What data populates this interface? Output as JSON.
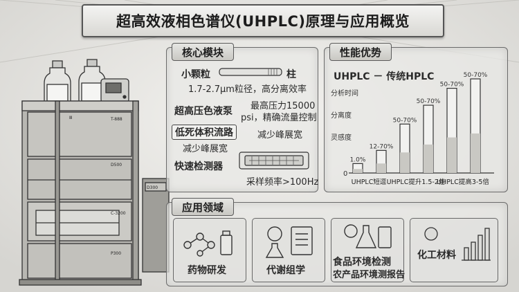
{
  "header": {
    "title": "超高效液相色谱仪(UHPLC)原理与应用概览"
  },
  "modules": {
    "heading": "核心模块",
    "particle_label": "小颗粒",
    "column_label": "柱",
    "particle_desc": "1.7-2.7μm粒径，高分离效率",
    "pump_label": "超高压色液泵",
    "pump_desc_1": "最高压力15000",
    "pump_desc_2": "psi，精确流量控制",
    "flow_label": "低死体积流路",
    "flow_desc": "减少峰展宽",
    "flow_desc_right": "减少峰展宽",
    "detector_label": "快速检测器",
    "detector_desc": "采样频率>100Hz"
  },
  "performance": {
    "heading": "性能优势",
    "compare_title": "UHPLC － 传统HPLC"
  },
  "chart_data": {
    "type": "bar",
    "title": "UHPLC － 传统HPLC",
    "row_labels": [
      "分析时间",
      "分离度",
      "灵感度"
    ],
    "zero_label": "0",
    "categories": [
      "UHPLC短逗",
      "UHPLC提升1.5-2倍",
      "UHPLC提高3-5倍"
    ],
    "values": [
      10,
      24,
      52,
      72,
      90,
      100
    ],
    "value_labels": [
      "1.0%",
      "12-70%",
      "50-70%",
      "50-70%",
      "50-70%",
      "50-70%"
    ],
    "ylim": [
      0,
      100
    ]
  },
  "applications": {
    "heading": "应用领域",
    "items": [
      {
        "label": "药物研发"
      },
      {
        "label": "代谢组学"
      },
      {
        "label": "食品环境检测",
        "sub": "农产品环境测报告"
      },
      {
        "label": "化工材料"
      }
    ]
  },
  "instrument": {
    "brand_badge": "Ⅲ",
    "module_1": "T-888",
    "module_2": "D500",
    "module_3": "C-3200",
    "module_4": "P300",
    "side_unit": "D300"
  }
}
